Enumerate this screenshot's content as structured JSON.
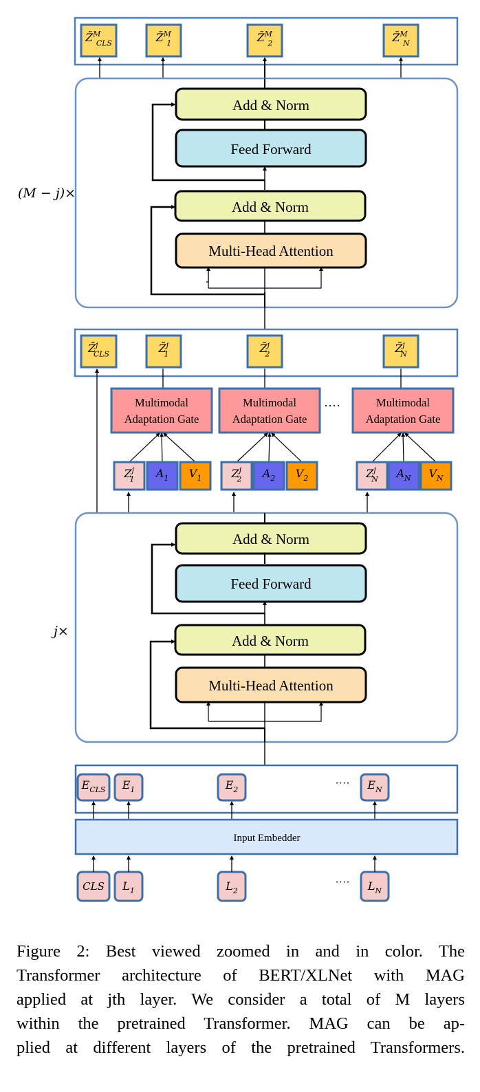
{
  "figure": {
    "top_outputs": {
      "superscript": "M",
      "tokens": [
        {
          "base": "Z̄",
          "sub": "CLS"
        },
        {
          "base": "Z̄",
          "sub": "1"
        },
        {
          "base": "Z̄",
          "sub": "2"
        },
        {
          "base": "Z̄",
          "sub": "N"
        }
      ]
    },
    "upper_block": {
      "repeat_label": "(M − j)×",
      "add_norm_top": "Add & Norm",
      "feed_forward": "Feed Forward",
      "add_norm_bottom": "Add & Norm",
      "attention": "Multi-Head Attention"
    },
    "mag_outputs": {
      "superscript": "j",
      "tokens": [
        {
          "base": "Z̄",
          "sub": "CLS"
        },
        {
          "base": "Z̄",
          "sub": "1"
        },
        {
          "base": "Z̄",
          "sub": "2"
        },
        {
          "base": "Z̄",
          "sub": "N"
        }
      ]
    },
    "mag_gates": {
      "line1": "Multimodal",
      "line2": "Adaptation Gate",
      "ellipsis": "····",
      "groups": [
        {
          "z": "Z",
          "z_sup": "j",
          "z_sub": "1",
          "a": "A",
          "a_sub": "1",
          "v": "V",
          "v_sub": "1"
        },
        {
          "z": "Z",
          "z_sup": "j",
          "z_sub": "2",
          "a": "A",
          "a_sub": "2",
          "v": "V",
          "v_sub": "2"
        },
        {
          "z": "Z",
          "z_sup": "j",
          "z_sub": "N",
          "a": "A",
          "a_sub": "N",
          "v": "V",
          "v_sub": "N"
        }
      ]
    },
    "lower_block": {
      "repeat_label": "j×",
      "add_norm_top": "Add & Norm",
      "feed_forward": "Feed Forward",
      "add_norm_bottom": "Add & Norm",
      "attention": "Multi-Head Attention"
    },
    "embeddings": {
      "ellipsis": "····",
      "tokens": [
        {
          "base": "E",
          "sub": "CLS"
        },
        {
          "base": "E",
          "sub": "1"
        },
        {
          "base": "E",
          "sub": "2"
        },
        {
          "base": "E",
          "sub": "N"
        }
      ]
    },
    "embedder_label": "Input Embedder",
    "inputs": {
      "ellipsis": "····",
      "tokens": [
        {
          "base": "CLS",
          "sub": ""
        },
        {
          "base": "L",
          "sub": "1"
        },
        {
          "base": "L",
          "sub": "2"
        },
        {
          "base": "L",
          "sub": "N"
        }
      ]
    },
    "colors": {
      "container_border": "#4f81bd",
      "output_fill": "#ffd966",
      "add_norm_fill": "#eef3b4",
      "feed_forward_fill": "#bfe6ef",
      "attention_fill": "#fce0b2",
      "mag_fill": "#ff9999",
      "z_fill": "#f4cccc",
      "a_fill": "#6666ee",
      "v_fill": "#ff9900",
      "embed_fill": "#f4cccc",
      "embedder_fill": "#dae8fc"
    }
  },
  "caption": {
    "lines": [
      "Figure 2: Best viewed zoomed in and in color. The",
      "Transformer architecture of BERT/XLNet with MAG",
      "applied at jth layer. We consider a total of M layers",
      "within the pretrained Transformer. MAG can be ap-",
      "plied at different layers of the pretrained Transformers."
    ]
  }
}
